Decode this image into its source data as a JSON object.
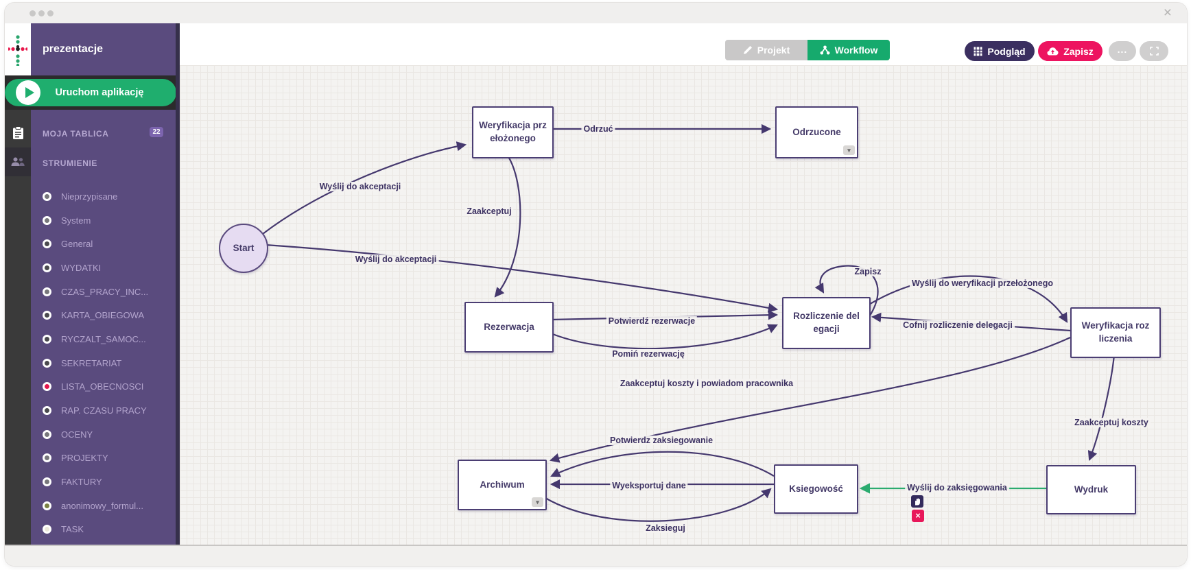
{
  "window": {
    "close_glyph": "×"
  },
  "sidebar": {
    "app_title": "prezentacje",
    "run_button_label": "Uruchom aplikację",
    "board": {
      "label": "MOJA TABLICA",
      "badge": "22"
    },
    "streams_header": "STRUMIENIE",
    "streams": [
      {
        "label": "Nieprzypisane",
        "dot": "#77777b"
      },
      {
        "label": "System",
        "dot": "#77777b"
      },
      {
        "label": "General",
        "dot": "#4a4a4e"
      },
      {
        "label": "WYDATKI",
        "dot": "#4a4a4e"
      },
      {
        "label": "CZAS_PRACY_INC...",
        "dot": "#77777b"
      },
      {
        "label": "KARTA_OBIEGOWA",
        "dot": "#4a4a4e"
      },
      {
        "label": "RYCZALT_SAMOC...",
        "dot": "#4a4a4e"
      },
      {
        "label": "SEKRETARIAT",
        "dot": "#4a4a4e"
      },
      {
        "label": "LISTA_OBECNOSCI",
        "dot": "#e3174c"
      },
      {
        "label": "RAP. CZASU PRACY",
        "dot": "#4a4a4e"
      },
      {
        "label": "OCENY",
        "dot": "#77777b"
      },
      {
        "label": "PROJEKTY",
        "dot": "#77777b"
      },
      {
        "label": "FAKTURY",
        "dot": "#77777b"
      },
      {
        "label": "anonimowy_formul...",
        "dot": "#7b8243"
      },
      {
        "label": "TASK",
        "dot": "#ece9da"
      }
    ]
  },
  "toolbar": {
    "projekt_label": "Projekt",
    "workflow_label": "Workflow",
    "podglad_label": "Podgląd",
    "zapisz_label": "Zapisz",
    "more_label": "..."
  },
  "diagram": {
    "badge_glyph": "▾",
    "delete_glyph": "×",
    "accent_green": "#2bab6f",
    "edge_purple": "#45386e",
    "nodes": {
      "start": {
        "label": "Start"
      },
      "weryfikacja_przelozonego": {
        "label": "Weryfikacja prz\nełożonego"
      },
      "odrzucone": {
        "label": "Odrzucone"
      },
      "rezerwacja": {
        "label": "Rezerwacja"
      },
      "rozliczenie_delegacji": {
        "label": "Rozliczenie del\negacji"
      },
      "weryfikacja_rozliczenia": {
        "label": "Weryfikacja roz\nliczenia"
      },
      "archiwum": {
        "label": "Archiwum"
      },
      "ksiegowosc": {
        "label": "Ksiegowość"
      },
      "wydruk": {
        "label": "Wydruk"
      }
    },
    "edges": {
      "wyslij_do_akceptacji_1": {
        "label": "Wyślij do akceptacji"
      },
      "wyslij_do_akceptacji_2": {
        "label": "Wyślij do akceptacji"
      },
      "odrzuc": {
        "label": "Odrzuć"
      },
      "zaakceptuj": {
        "label": "Zaakceptuj"
      },
      "potwierdz_rezerwacje": {
        "label": "Potwierdź rezerwacje"
      },
      "pomin_rezerwacje": {
        "label": "Pomiń rezerwację"
      },
      "zapisz": {
        "label": "Zapisz"
      },
      "wyslij_do_weryfikacji": {
        "label": "Wyślij do weryfikacji przełożonego"
      },
      "cofnij_rozliczenie": {
        "label": "Cofnij rozliczenie delegacji"
      },
      "zaakceptuj_koszty_powiadom": {
        "label": "Zaakceptuj koszty i powiadom pracownika"
      },
      "zaakceptuj_koszty": {
        "label": "Zaakceptuj koszty"
      },
      "wyslij_do_zaksiegowania": {
        "label": "Wyślij do zaksięgowania"
      },
      "potwierdz_zaksiegowanie": {
        "label": "Potwierdz zaksiegowanie"
      },
      "wyeksportuj_dane": {
        "label": "Wyeksportuj dane"
      },
      "zaksieguj": {
        "label": "Zaksieguj"
      }
    }
  }
}
